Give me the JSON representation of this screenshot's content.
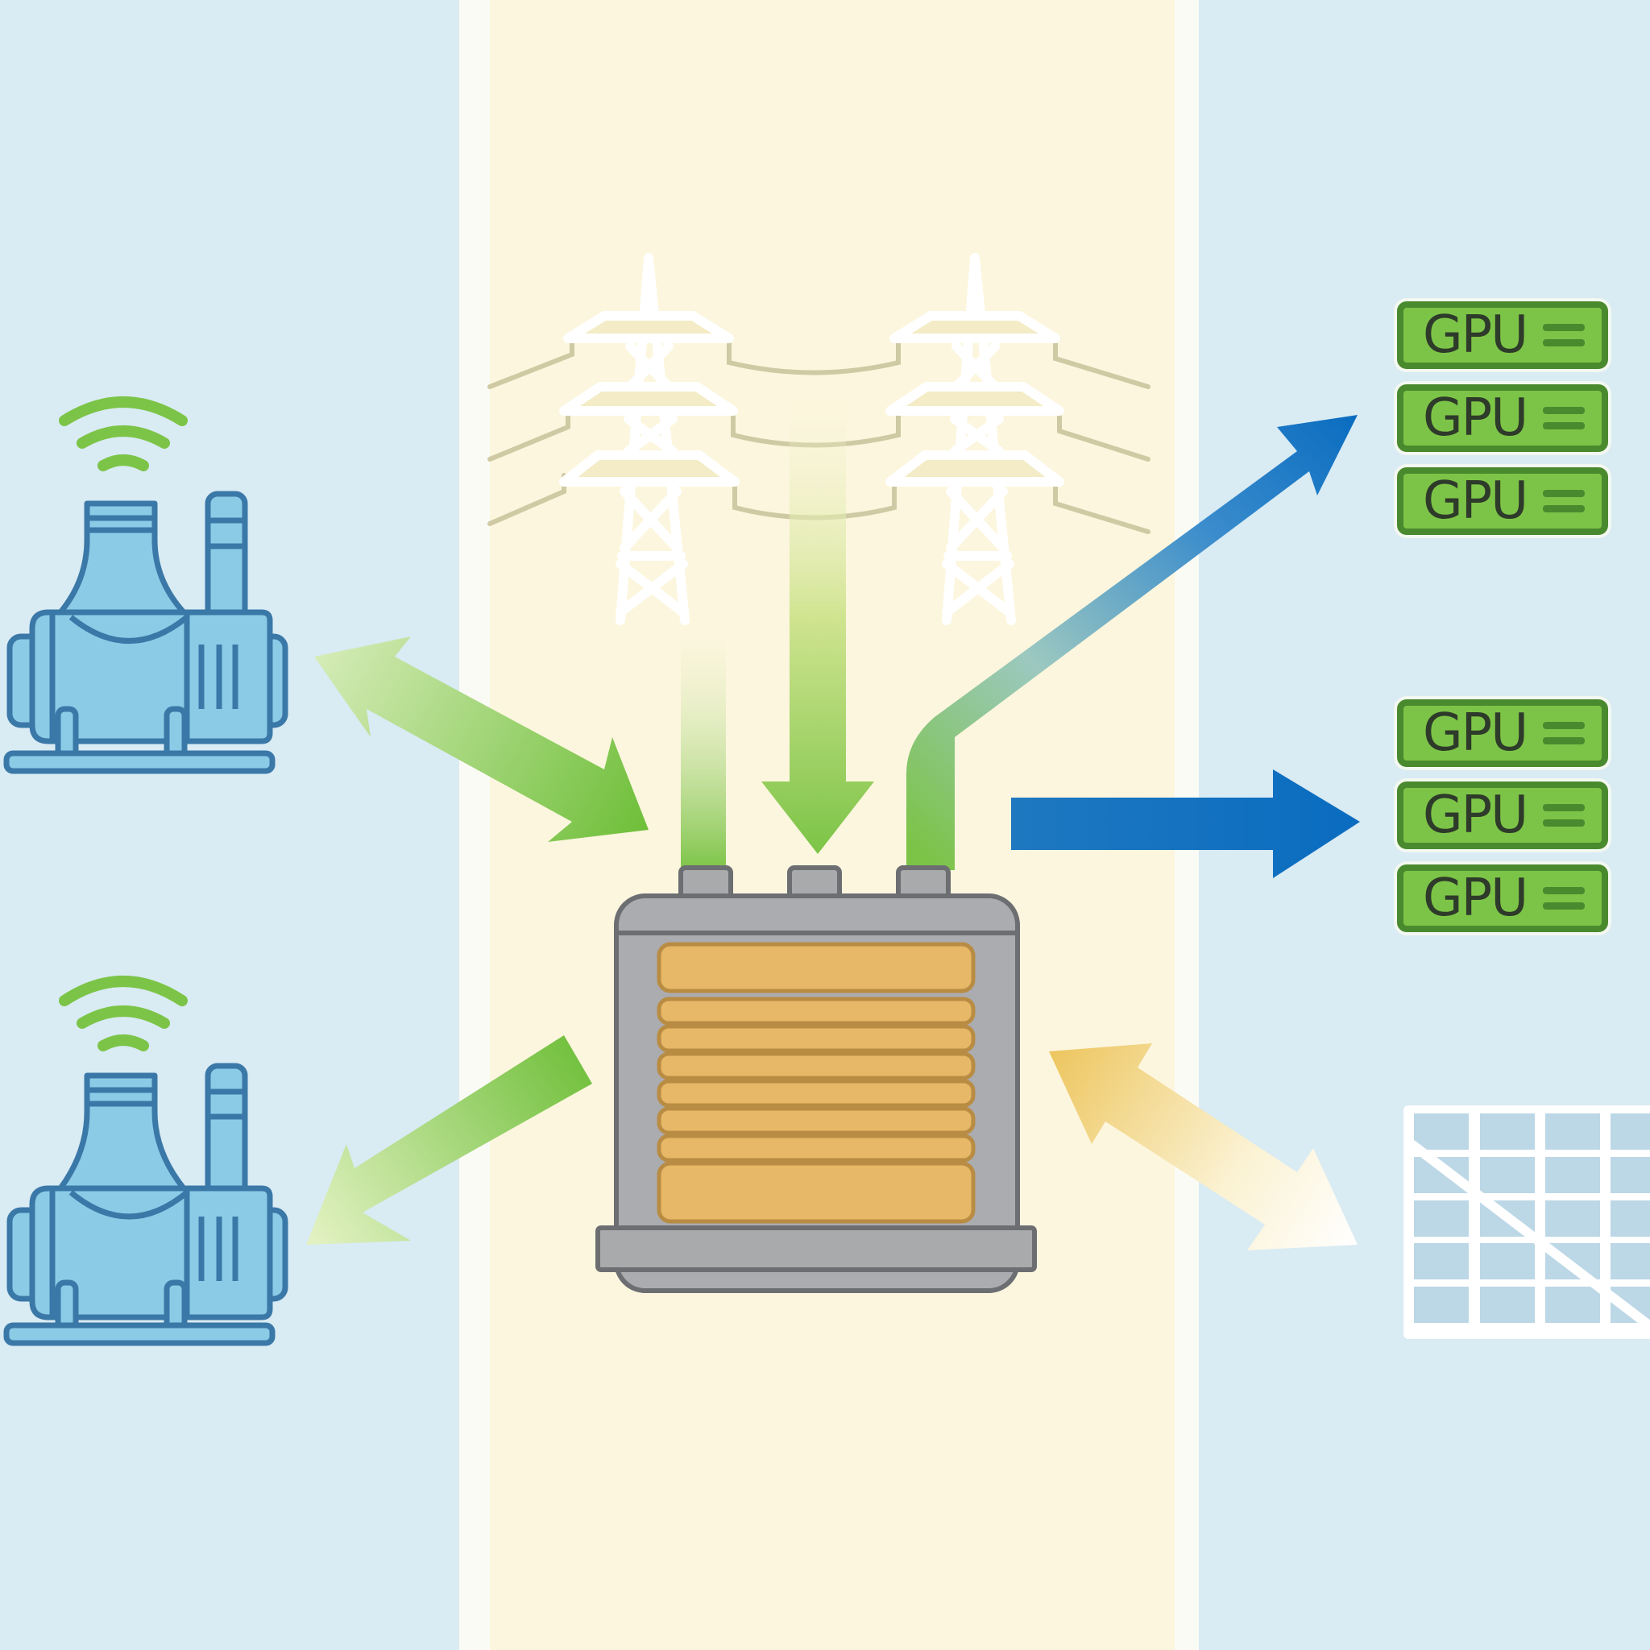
{
  "diagram": {
    "title": "",
    "zones": [
      {
        "id": "left",
        "role": "generation sources",
        "color": "#d9ebf3"
      },
      {
        "id": "center",
        "role": "grid / storage",
        "color": "#fcf6de"
      },
      {
        "id": "right",
        "role": "compute loads",
        "color": "#d9ebf3"
      }
    ],
    "nodes": {
      "power_plant_top": {
        "icon": "power-plant-icon",
        "signal_icon": "wifi-signal-icon"
      },
      "power_plant_bottom": {
        "icon": "power-plant-icon",
        "signal_icon": "wifi-signal-icon"
      },
      "transmission_towers": {
        "icon": "transmission-tower-icon",
        "count": 2
      },
      "battery_storage": {
        "icon": "battery-storage-icon",
        "cell_count": 8
      },
      "gpu_cluster_top": {
        "labels": [
          "GPU",
          "GPU",
          "GPU"
        ]
      },
      "gpu_cluster_middle": {
        "labels": [
          "GPU",
          "GPU",
          "GPU"
        ]
      },
      "solar_panel": {
        "icon": "solar-panel-icon"
      }
    },
    "edges": [
      {
        "from": "power_plant_top",
        "to": "battery_storage",
        "direction": "bidirectional",
        "color": "#7cc447"
      },
      {
        "from": "battery_storage",
        "to": "power_plant_bottom",
        "direction": "one-way",
        "color": "#7cc447"
      },
      {
        "from": "transmission_towers",
        "to": "battery_storage",
        "direction": "one-way",
        "color": "#7cc447"
      },
      {
        "from": "battery_storage",
        "to": "gpu_cluster_top",
        "direction": "one-way",
        "color": "#1a74c4"
      },
      {
        "from": "battery_storage",
        "to": "gpu_cluster_middle",
        "direction": "one-way",
        "color": "#1a74c4"
      },
      {
        "from": "solar_panel",
        "to": "battery_storage",
        "direction": "bidirectional",
        "color": "#f0c860"
      }
    ],
    "colors": {
      "green": "#7cc447",
      "dark_green": "#4a8a2e",
      "blue": "#1a74c4",
      "gold": "#e8b964",
      "gray": "#a9aaac",
      "plant_blue": "#8ccbe6",
      "plant_outline": "#3a78a8"
    }
  }
}
